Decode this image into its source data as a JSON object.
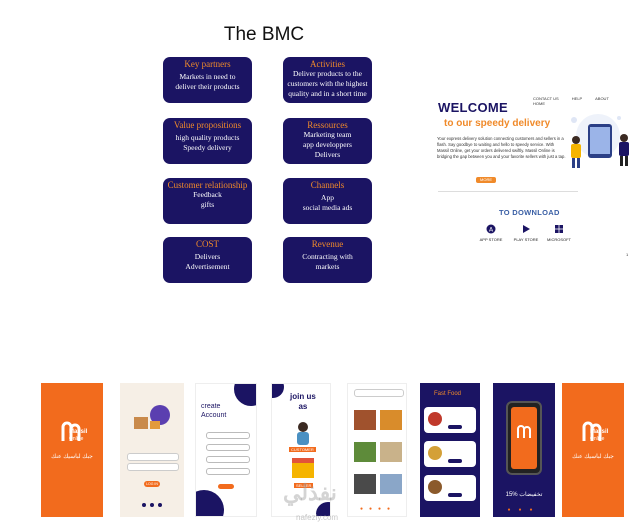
{
  "bmc": {
    "title": "The BMC",
    "cards": [
      {
        "title": "Key partners",
        "body": "Markets in need to\ndeliver their products"
      },
      {
        "title": "Activities",
        "body": "Deliver products to the\ncustomers with the highest\nquality and in a short time"
      },
      {
        "title": "Value propositions",
        "body": "high quality products\nSpeedy delivery"
      },
      {
        "title": "Ressources",
        "body": "Marketing team\napp developpers\nDelivers"
      },
      {
        "title": "Customer relationship",
        "body": "Feedback\ngifts"
      },
      {
        "title": "Channels",
        "body": "App\nsocial media ads"
      },
      {
        "title": "COST",
        "body": "Delivers\nAdvertisement"
      },
      {
        "title": "Revenue",
        "body": "Contracting with\nmarkets"
      }
    ]
  },
  "welcome": {
    "nav": [
      "CONTACT US",
      "HELP",
      "ABOUT",
      "HOME"
    ],
    "heading": "WELCOME",
    "subheading": "to our speedy delivery",
    "text": "Your express delivery solution connecting customers and sellers in a flash. Say goodbye to waiting and hello to speedy service. With Massil Online, get your orders delivered swiftly. Massil Online is bridging the gap between you and your favorite sellers with just a tap.",
    "more_button": "MORE",
    "download_label": "TO DOWNLOAD",
    "stores": [
      {
        "label": "APP STORE",
        "icon": "app-store-icon"
      },
      {
        "label": "PLAY STORE",
        "icon": "play-store-icon"
      },
      {
        "label": "MICROSOFT",
        "icon": "microsoft-icon"
      }
    ]
  },
  "screens": {
    "brand": "Massil",
    "brand_sub": "Online",
    "slogan_ar": "جبك لباسيك عنك",
    "create_account": "create\nAccount",
    "join_us": "join us\nas",
    "fast_food": "Fast Food",
    "discount_ar": "تخفيضات %15",
    "role_customer": "CUSTOMER",
    "role_seller": "SELLER",
    "login_button": "LOG IN",
    "watermark": "nafezly.com",
    "watermark_ar": "نفذلي"
  },
  "colors": {
    "navy": "#1b1463",
    "orange": "#f26b1d",
    "title_orange": "#f08a2a"
  }
}
